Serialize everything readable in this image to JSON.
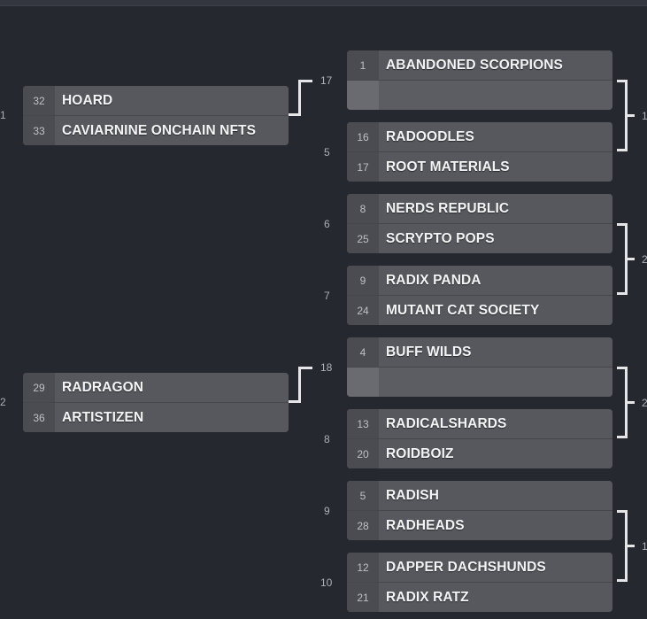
{
  "round1": [
    {
      "number": "1",
      "teams": [
        {
          "seed": "32",
          "name": "HOARD"
        },
        {
          "seed": "33",
          "name": "CAVIARNINE ONCHAIN NFTS"
        }
      ]
    },
    {
      "number": "2",
      "teams": [
        {
          "seed": "29",
          "name": "RADRAGON"
        },
        {
          "seed": "36",
          "name": "ARTISTIZEN"
        }
      ]
    }
  ],
  "round2": [
    {
      "number": "17",
      "teams": [
        {
          "seed": "1",
          "name": "ABANDONED SCORPIONS"
        },
        {
          "seed": "",
          "name": ""
        }
      ]
    },
    {
      "number": "5",
      "teams": [
        {
          "seed": "16",
          "name": "RADOODLES"
        },
        {
          "seed": "17",
          "name": "ROOT MATERIALS"
        }
      ]
    },
    {
      "number": "6",
      "teams": [
        {
          "seed": "8",
          "name": "NERDS REPUBLIC"
        },
        {
          "seed": "25",
          "name": "SCRYPTO POPS"
        }
      ]
    },
    {
      "number": "7",
      "teams": [
        {
          "seed": "9",
          "name": "RADIX PANDA"
        },
        {
          "seed": "24",
          "name": "MUTANT CAT SOCIETY"
        }
      ]
    },
    {
      "number": "18",
      "teams": [
        {
          "seed": "4",
          "name": "BUFF WILDS"
        },
        {
          "seed": "",
          "name": ""
        }
      ]
    },
    {
      "number": "8",
      "teams": [
        {
          "seed": "13",
          "name": "RADICALSHARDS"
        },
        {
          "seed": "20",
          "name": "ROIDBOIZ"
        }
      ]
    },
    {
      "number": "9",
      "teams": [
        {
          "seed": "5",
          "name": "RADISH"
        },
        {
          "seed": "28",
          "name": "RADHEADS"
        }
      ]
    },
    {
      "number": "10",
      "teams": [
        {
          "seed": "12",
          "name": "DAPPER DACHSHUNDS"
        },
        {
          "seed": "21",
          "name": "RADIX RATZ"
        }
      ]
    }
  ],
  "next_round_numbers": [
    "1",
    "2",
    "2",
    "1"
  ]
}
